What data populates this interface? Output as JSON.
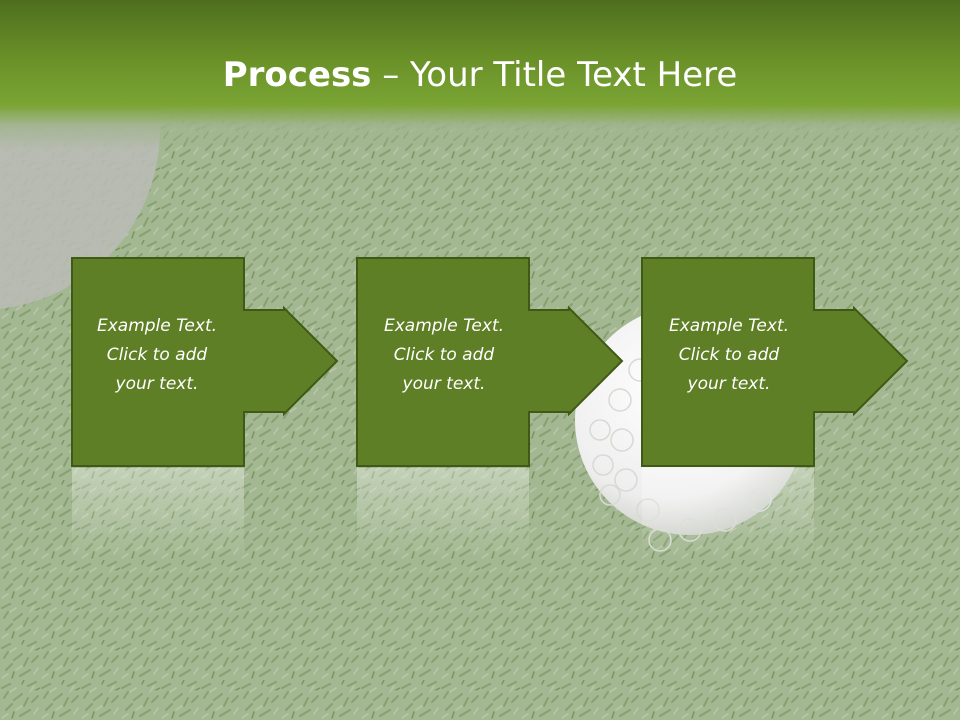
{
  "slide": {
    "title_bold": "Process",
    "title_rest": " – Your Title Text Here"
  },
  "steps": [
    {
      "line1": "Example Text.",
      "line2": "Click  to add",
      "line3": "your text."
    },
    {
      "line1": "Example Text.",
      "line2": "Click  to add",
      "line3": "your text."
    },
    {
      "line1": "Example Text.",
      "line2": "Click  to add",
      "line3": "your text."
    }
  ],
  "colors": {
    "header": "#6a9128",
    "box_fill": "#5f7f26",
    "box_stroke": "#3f5a14",
    "grass": "#9fb48e",
    "text": "#ffffff"
  },
  "icons": {
    "background": "grass-texture",
    "ball": "golf-ball",
    "hole": "golf-hole"
  }
}
